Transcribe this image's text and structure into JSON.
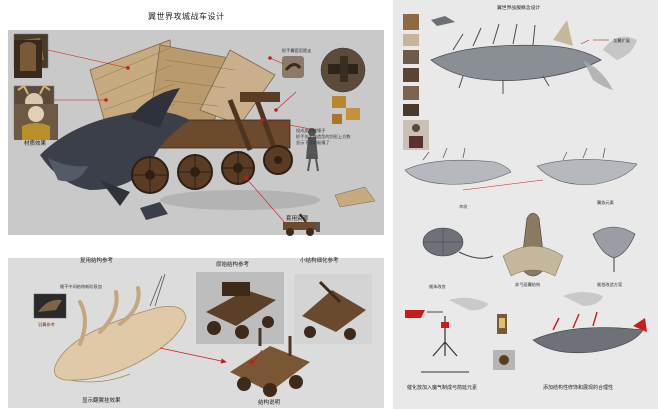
{
  "left_top": {
    "title": "翼世界攻城战车设计",
    "caption_material": "材质效果",
    "caption_usage": "套用资源",
    "note_1": "抓手翼套用肥走",
    "note_2a": "投成皮控的锤子",
    "note_2b": "抓手仿生物造型的剑形上方数",
    "note_2c": "显示下面木板镶了"
  },
  "left_bottom": {
    "caption_reuse": "复用结构参考",
    "caption_original": "原始结构参考",
    "caption_detail": "小结构细化参考",
    "caption_effect": "显示翻翼挂效果",
    "caption_structure": "结构说明",
    "handwriting_1": "躯干中间结构新阶段加",
    "handwriting_2": "羽翼参考"
  },
  "right": {
    "title": "翼世界战舰概念设计",
    "caption_top_right": "龙翼扩展",
    "caption_mid_left": "木纹",
    "caption_mid_right": "翼族元素",
    "caption_bottom_a": "舰体改良",
    "caption_bottom_b": "弃弓面翼结构",
    "caption_bottom_c": "舰首改造方案",
    "caption_final_left": "催化放加入魔气制成弓箭延元素",
    "caption_final_right": "添加结构性修饰和展现的合理性"
  },
  "colors": {
    "background": "#ffffff",
    "left_panel": "#c9c9c9",
    "left_bottom_panel": "#dcdcdc",
    "right_panel": "#e9e9e9",
    "wood": "#6b4a2e",
    "wing": "#c6ab80",
    "dark_cloth": "#3b3f4a",
    "ship": "#8a8f96",
    "accent_red": "#c81c1c"
  }
}
